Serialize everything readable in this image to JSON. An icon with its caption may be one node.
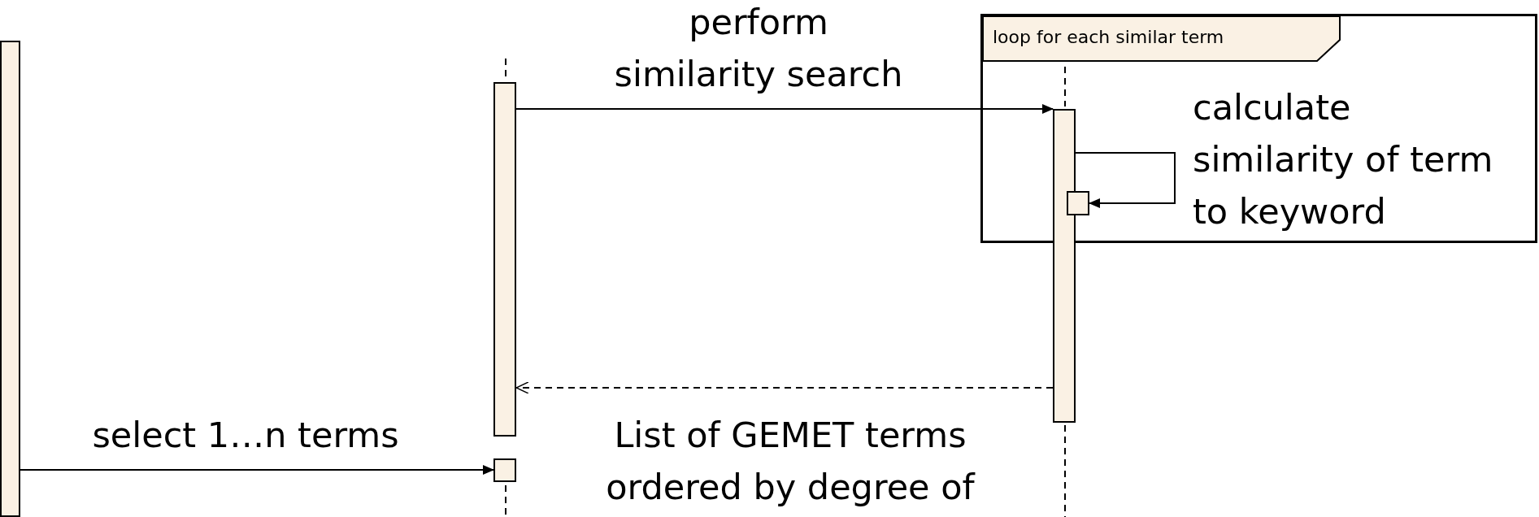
{
  "diagram": {
    "nodes": [
      {
        "text": [],
        "shape": "bar"
      },
      {
        "text": [],
        "shape": "bar"
      },
      {
        "text": [
          "loop for each similar term"
        ]
      },
      {
        "text": [],
        "shape": "bar"
      },
      {
        "text": [],
        "shape": "box",
        "in": 2
      },
      {
        "text": [],
        "shape": "box"
      }
    ],
    "edges": [
      {
        "from": 1,
        "to": 3,
        "arrow": "to",
        "label": "perform similarity search"
      },
      {
        "from": 3,
        "to": 4,
        "arrow": "to",
        "label": "calculate similarity of term to keyword"
      },
      {
        "from": 3,
        "to": 1,
        "arrow": "to",
        "style": "dashed",
        "label": "List of GEMET terms ordered by degree of"
      },
      {
        "from": 0,
        "to": 5,
        "arrow": "to",
        "label": "select 1…n terms"
      }
    ]
  }
}
